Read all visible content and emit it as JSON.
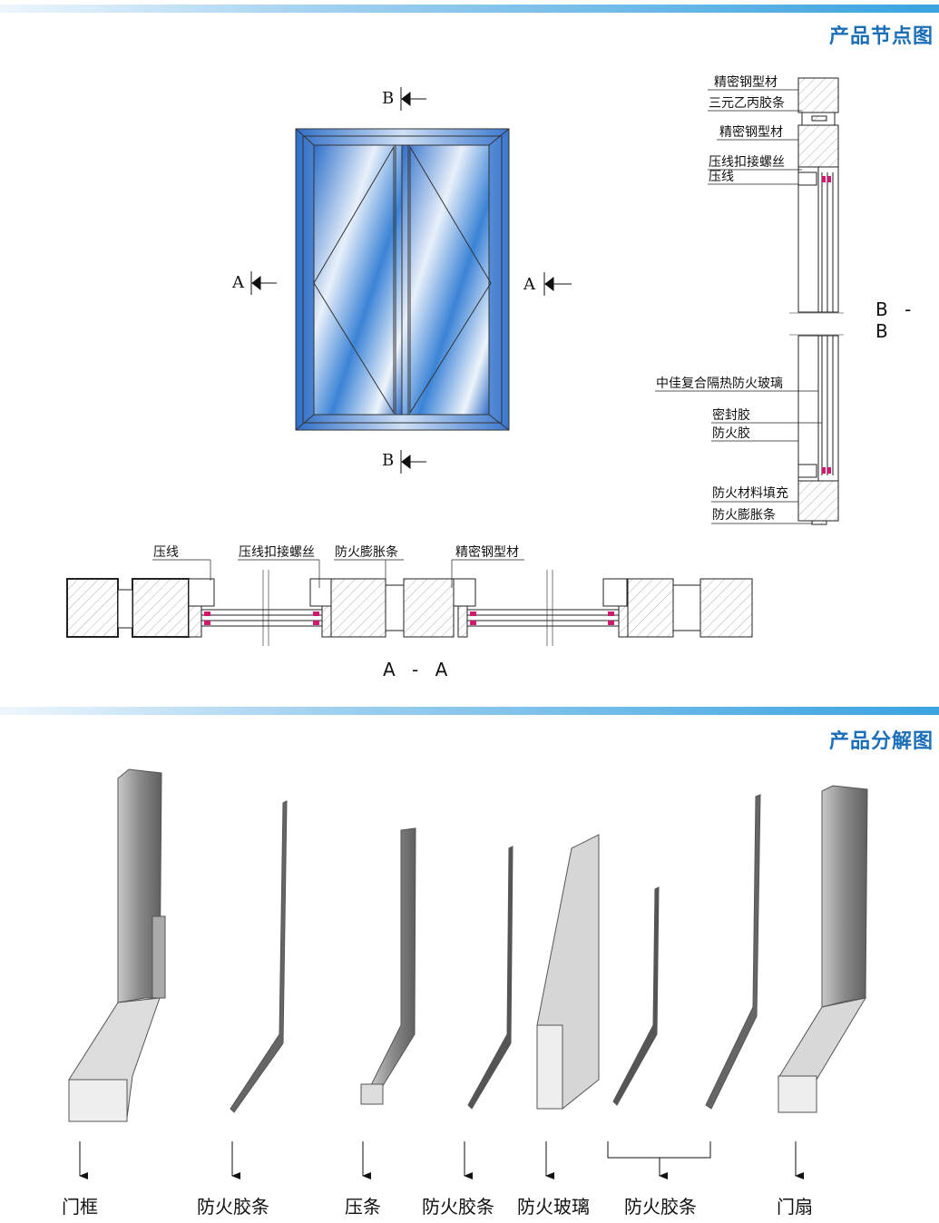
{
  "sections": {
    "node_diagram_title": "产品节点图",
    "exploded_title": "产品分解图"
  },
  "elevation": {
    "markers": {
      "top": "B",
      "bottom": "B",
      "left": "A",
      "right": "A"
    }
  },
  "section_bb": {
    "label": "B - B",
    "callouts": [
      "精密钢型材",
      "三元乙丙胶条",
      "精密钢型材",
      "压线扣接螺丝",
      "压线",
      "中佳复合隔热防火玻璃",
      "密封胶",
      "防火胶",
      "防火材料填充",
      "防火膨胀条"
    ]
  },
  "section_aa": {
    "label": "A - A",
    "callouts": [
      "压线",
      "压线扣接螺丝",
      "防火膨胀条",
      "精密钢型材"
    ]
  },
  "parts": [
    "门框",
    "防火胶条",
    "压条",
    "防火胶条",
    "防火玻璃",
    "防火胶条",
    "门扇"
  ],
  "colors": {
    "accent": "#1b6fb8",
    "glass_blue": "#3a7fd0",
    "fire_strip": "#d0196e",
    "part_gray": "#8c8c8c"
  }
}
